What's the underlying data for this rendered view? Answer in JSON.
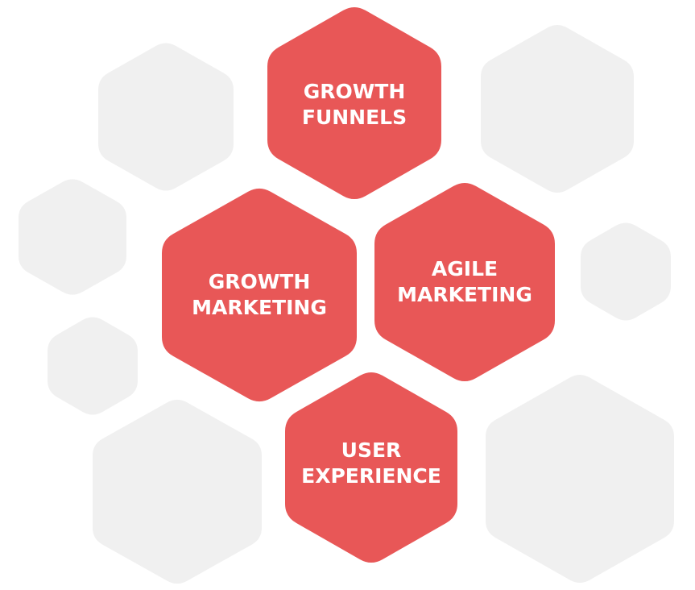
{
  "colors": {
    "accent": "#e85757",
    "background_hex": "#f0f0f0",
    "label": "#ffffff"
  },
  "hexagons": [
    {
      "id": "growth-funnels",
      "lines": [
        "GROWTH",
        "FUNNELS"
      ]
    },
    {
      "id": "growth-marketing",
      "lines": [
        "GROWTH",
        "MARKETING"
      ]
    },
    {
      "id": "agile-marketing",
      "lines": [
        "AGILE",
        "MARKETING"
      ]
    },
    {
      "id": "user-experience",
      "lines": [
        "USER",
        "EXPERIENCE"
      ]
    }
  ]
}
